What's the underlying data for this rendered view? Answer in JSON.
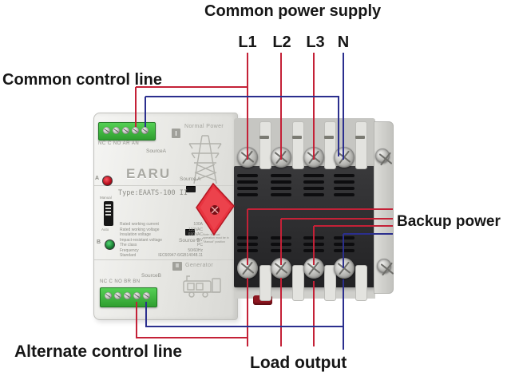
{
  "annotations": {
    "common_power_supply": "Common power supply",
    "phase_labels": [
      "L1",
      "L2",
      "L3",
      "N"
    ],
    "common_control_line": "Common control line",
    "backup_power": "Backup power",
    "alternate_control_line": "Alternate control line",
    "load_output": "Load output"
  },
  "device": {
    "brand": "EARU",
    "type_label": "Type:EAATS-100 II",
    "top_terminal_label": "NC C NO AR AN",
    "top_source_label": "SourceA",
    "normal_power_label": "Normal Power",
    "roman_one": "I",
    "roman_two": "II",
    "source_a_label": "Source A",
    "source_b_label": "Source B",
    "bottom_source_label": "SourceB",
    "bottom_terminal_label": "NC C NO BR BN",
    "generator_label": "Generator",
    "led_a_label": "A",
    "led_b_label": "B",
    "manual_label": "Manual",
    "auto_label": "Auto",
    "note_text": "Note: Manual operation must be in \"Manual\" position",
    "specs": [
      {
        "label": "Rated working current",
        "value": "100A"
      },
      {
        "label": "Rated working voltage",
        "value": "110VAC"
      },
      {
        "label": "Insulation voltage",
        "value": "690VAC"
      },
      {
        "label": "Impact-resistant voltage",
        "value": "4kV"
      },
      {
        "label": "The class",
        "value": "PC"
      },
      {
        "label": "Frequency",
        "value": "50/60Hz"
      },
      {
        "label": "Standard",
        "value": "IEC60947-6/GB14048.11"
      }
    ]
  },
  "colors": {
    "wire_red": "#c42137",
    "wire_blue": "#2b2f8e",
    "label_text": "#161616",
    "terminal_green": "#3aa63a",
    "handle_red": "#e8333f"
  }
}
